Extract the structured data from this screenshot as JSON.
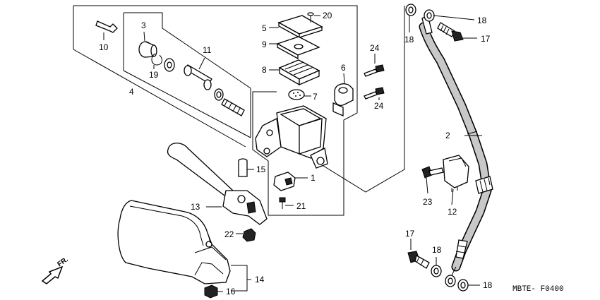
{
  "diagram_code": "MBTE- F0400",
  "direction_label": "FR.",
  "callouts": {
    "c1": "1",
    "c2": "2",
    "c3": "3",
    "c4": "4",
    "c5": "5",
    "c6": "6",
    "c7": "7",
    "c8": "8",
    "c9": "9",
    "c10": "10",
    "c11": "11",
    "c12": "12",
    "c13": "13",
    "c14": "14",
    "c15": "15",
    "c16": "16",
    "c17a": "17",
    "c17b": "17",
    "c18a": "18",
    "c18b": "18",
    "c18c": "18",
    "c18d": "18",
    "c19": "19",
    "c20": "20",
    "c21": "21",
    "c22": "22",
    "c23": "23",
    "c24a": "24",
    "c24b": "24"
  }
}
